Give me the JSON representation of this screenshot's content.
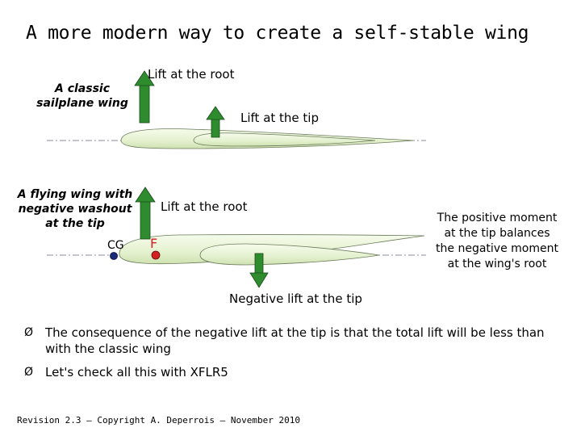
{
  "title": "A more modern way to create a self-stable wing",
  "upper": {
    "caption": "A classic sailplane wing",
    "root_lift_label": "Lift at the root",
    "tip_lift_label": "Lift at the tip"
  },
  "lower": {
    "caption": "A flying wing with negative washout at the tip",
    "root_lift_label": "Lift at the root",
    "cg_label": "CG",
    "f_label": "F",
    "tip_lift_label": "Negative lift at the tip",
    "moment_note": "The positive moment at the tip balances the negative moment at the wing's root"
  },
  "bullets": [
    "The consequence of the negative lift at the tip is that the total lift will be less than with the classic wing",
    "Let's check all this with XFLR5"
  ],
  "bullet_marker": "Ø",
  "footer": "Revision 2.3 – Copyright A. Deperrois – November 2010",
  "colors": {
    "arrow_green": "#2e8b2e",
    "wing_fill": "#e8f4d4",
    "cg_dot": "#1a2a7a",
    "f_dot": "#d42020",
    "f_text": "#d42020"
  }
}
